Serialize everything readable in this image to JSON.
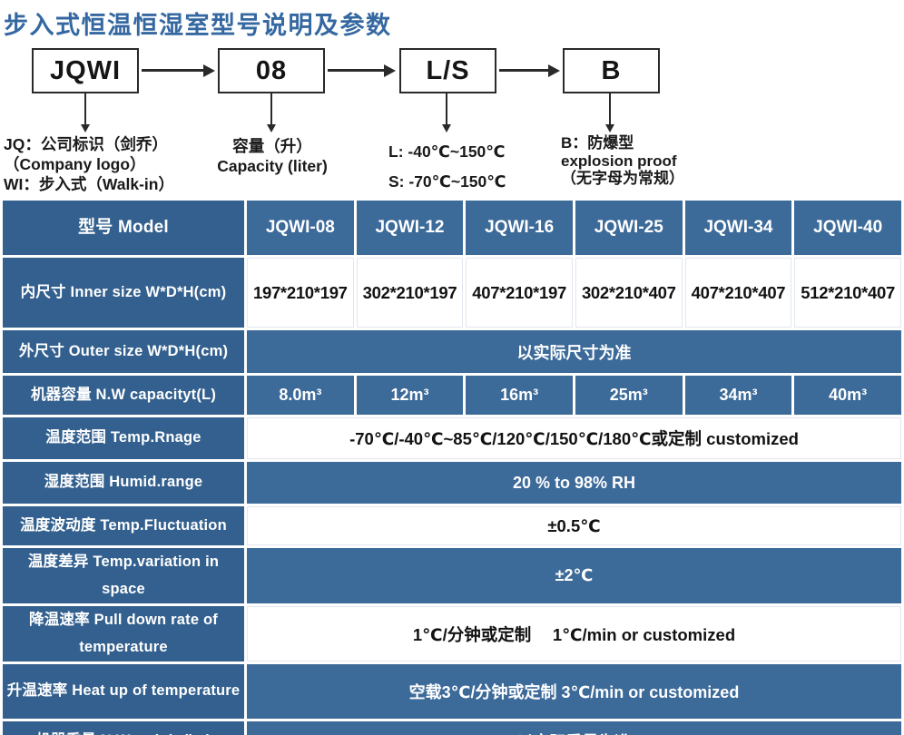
{
  "page": {
    "title": "步入式恒温恒湿室型号说明及参数"
  },
  "colors": {
    "title_blue": "#3568A1",
    "label_cell_blue": "#33608E",
    "value_cell_blue": "#3C6A99",
    "box_border": "#2a2a2a"
  },
  "diagram": {
    "boxes": [
      {
        "label": "JQWI"
      },
      {
        "label": "08"
      },
      {
        "label": "L/S"
      },
      {
        "label": "B"
      }
    ],
    "notes": [
      {
        "lines": [
          "JQ：公司标识（剑乔）",
          "（Company logo）",
          "WI：步入式（Walk-in）"
        ]
      },
      {
        "lines": [
          "容量（升）",
          "Capacity (liter)"
        ]
      },
      {
        "lines": [
          "L: -40℃~150℃",
          "S: -70℃~150℃"
        ]
      },
      {
        "lines": [
          "B：防爆型",
          "explosion proof",
          "（无字母为常规）"
        ]
      }
    ]
  },
  "table": {
    "rows": [
      {
        "header": true,
        "label": "型号 Model",
        "tone": "dark",
        "cells": [
          "JQWI-08",
          "JQWI-12",
          "JQWI-16",
          "JQWI-25",
          "JQWI-34",
          "JQWI-40"
        ]
      },
      {
        "label": "内尺寸 Inner size W*D*H(cm)",
        "tone": "light",
        "cells": [
          "197*210*197",
          "302*210*197",
          "407*210*197",
          "302*210*407",
          "407*210*407",
          "512*210*407"
        ]
      },
      {
        "label": "外尺寸 Outer size W*D*H(cm)",
        "tone": "dark",
        "span": "以实际尺寸为准"
      },
      {
        "label": "机器容量 N.W capacityt(L)",
        "tone": "dark",
        "cells": [
          "8.0m³",
          "12m³",
          "16m³",
          "25m³",
          "34m³",
          "40m³"
        ]
      },
      {
        "label": "温度范围 Temp.Rnage",
        "tone": "light",
        "span": "-70℃/-40℃~85℃/120℃/150℃/180℃或定制 customized"
      },
      {
        "label": "湿度范围 Humid.range",
        "tone": "dark",
        "span": "20 % to 98% RH"
      },
      {
        "label": "温度波动度 Temp.Fluctuation",
        "tone": "light",
        "span": "±0.5℃"
      },
      {
        "label": "温度差异 Temp.variation in space",
        "tone": "dark",
        "span": "±2℃"
      },
      {
        "label": "降温速率 Pull down rate of temperature",
        "tone": "light",
        "span": "1℃/分钟或定制　 1℃/min or customized"
      },
      {
        "label": "升温速率 Heat up of temperature",
        "tone": "dark",
        "span": "空载3℃/分钟或定制 3℃/min or customized"
      },
      {
        "label": "机器重量 N.W weight(kg)",
        "tone": "dark",
        "span": "以实际重量为准"
      }
    ]
  }
}
